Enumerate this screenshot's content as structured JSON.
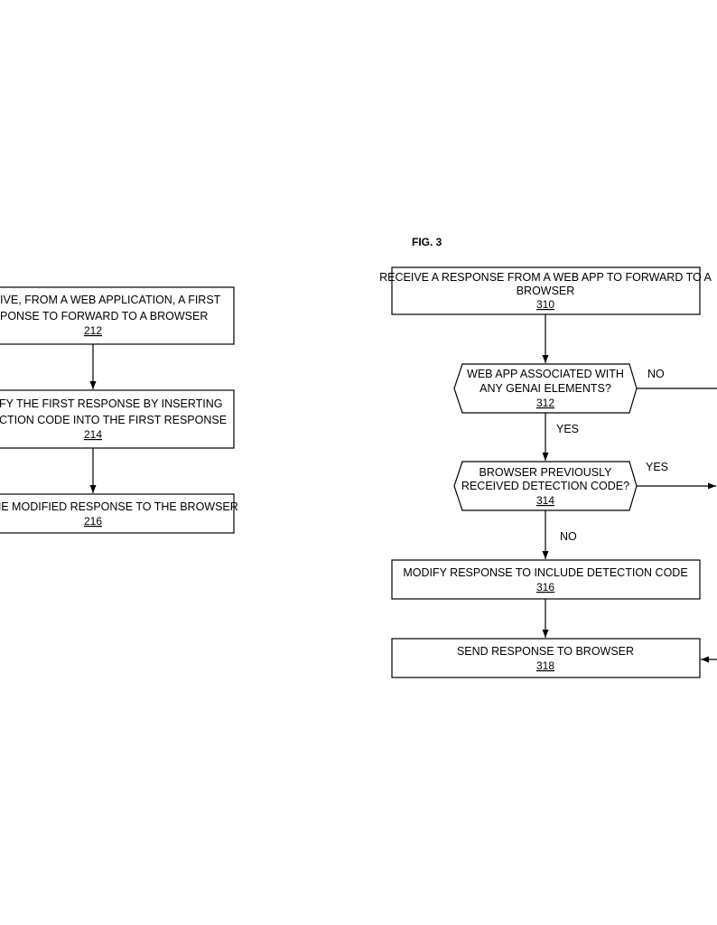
{
  "left_flow": {
    "step_212": {
      "line1": "EIVE, FROM A WEB APPLICATION, A FIRST",
      "line2": "SPONSE TO FORWARD TO A BROWSER",
      "ref": "212"
    },
    "step_214": {
      "line1": "IFY THE FIRST RESPONSE BY INSERTING",
      "line2": "CTION CODE INTO THE FIRST RESPONSE",
      "ref": "214"
    },
    "step_216": {
      "line1": "HE MODIFIED RESPONSE TO THE BROWSER",
      "ref": "216"
    }
  },
  "right_flow": {
    "figure_label": "FIG. 3",
    "step_310": {
      "line1": "RECEIVE A RESPONSE FROM A WEB APP TO FORWARD TO A",
      "line2": "BROWSER",
      "ref": "310"
    },
    "decision_312": {
      "line1": "WEB APP ASSOCIATED WITH",
      "line2": "ANY GENAI ELEMENTS?",
      "ref": "312",
      "no_label": "NO",
      "yes_label": "YES"
    },
    "decision_314": {
      "line1": "BROWSER PREVIOUSLY",
      "line2": "RECEIVED DETECTION CODE?",
      "ref": "314",
      "yes_label": "YES",
      "no_label": "NO"
    },
    "step_316": {
      "line1": "MODIFY RESPONSE TO INCLUDE DETECTION CODE",
      "ref": "316"
    },
    "step_318": {
      "line1": "SEND RESPONSE TO BROWSER",
      "ref": "318"
    }
  }
}
